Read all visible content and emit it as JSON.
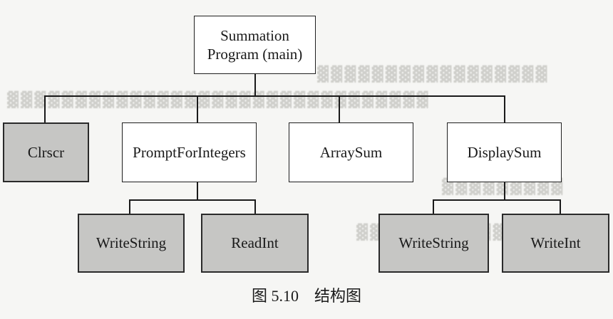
{
  "diagram": {
    "root": {
      "label_line1": "Summation",
      "label_line2": "Program (main)"
    },
    "level1": [
      {
        "label": "Clrscr",
        "shaded": true
      },
      {
        "label": "PromptForIntegers",
        "shaded": false
      },
      {
        "label": "ArraySum",
        "shaded": false
      },
      {
        "label": "DisplaySum",
        "shaded": false
      }
    ],
    "level2": [
      {
        "label": "WriteString",
        "shaded": true,
        "parent": "PromptForIntegers"
      },
      {
        "label": "ReadInt",
        "shaded": true,
        "parent": "PromptForIntegers"
      },
      {
        "label": "WriteString",
        "shaded": true,
        "parent": "DisplaySum"
      },
      {
        "label": "WriteInt",
        "shaded": true,
        "parent": "DisplaySum"
      }
    ],
    "caption": "图 5.10　结构图",
    "colors": {
      "shaded_box": "#c6c6c4",
      "plain_box": "#ffffff",
      "line": "#1a1a1a",
      "background": "#f6f6f4"
    }
  }
}
